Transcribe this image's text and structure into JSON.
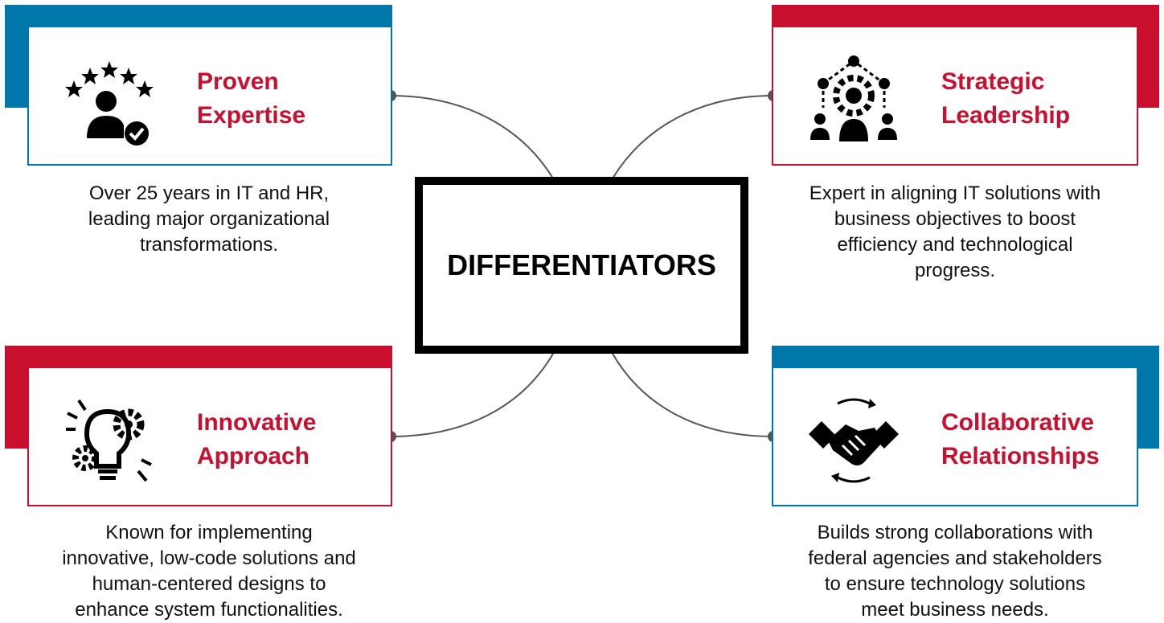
{
  "center": {
    "label": "DIFFERENTIATORS"
  },
  "colors": {
    "blue": "#0077aa",
    "red": "#c8102e",
    "title": "#c8102e",
    "text": "#111111"
  },
  "items": [
    {
      "title_line1": "Proven",
      "title_line2": "Expertise",
      "icon": "expert-badge-icon",
      "desc_line1": "Over 25 years in IT and HR,",
      "desc_line2": "leading major organizational",
      "desc_line3": "transformations.",
      "desc_line4": ""
    },
    {
      "title_line1": "Strategic",
      "title_line2": "Leadership",
      "icon": "leadership-network-icon",
      "desc_line1": "Expert in aligning IT solutions with",
      "desc_line2": "business objectives to boost",
      "desc_line3": "efficiency and technological",
      "desc_line4": "progress."
    },
    {
      "title_line1": "Innovative",
      "title_line2": "Approach",
      "icon": "lightbulb-gears-icon",
      "desc_line1": "Known for implementing",
      "desc_line2": "innovative, low-code solutions and",
      "desc_line3": "human-centered designs to",
      "desc_line4": "enhance system functionalities."
    },
    {
      "title_line1": "Collaborative",
      "title_line2": "Relationships",
      "icon": "handshake-icon",
      "desc_line1": "Builds strong collaborations with",
      "desc_line2": "federal agencies and stakeholders",
      "desc_line3": "to ensure technology solutions",
      "desc_line4": "meet business needs."
    }
  ]
}
